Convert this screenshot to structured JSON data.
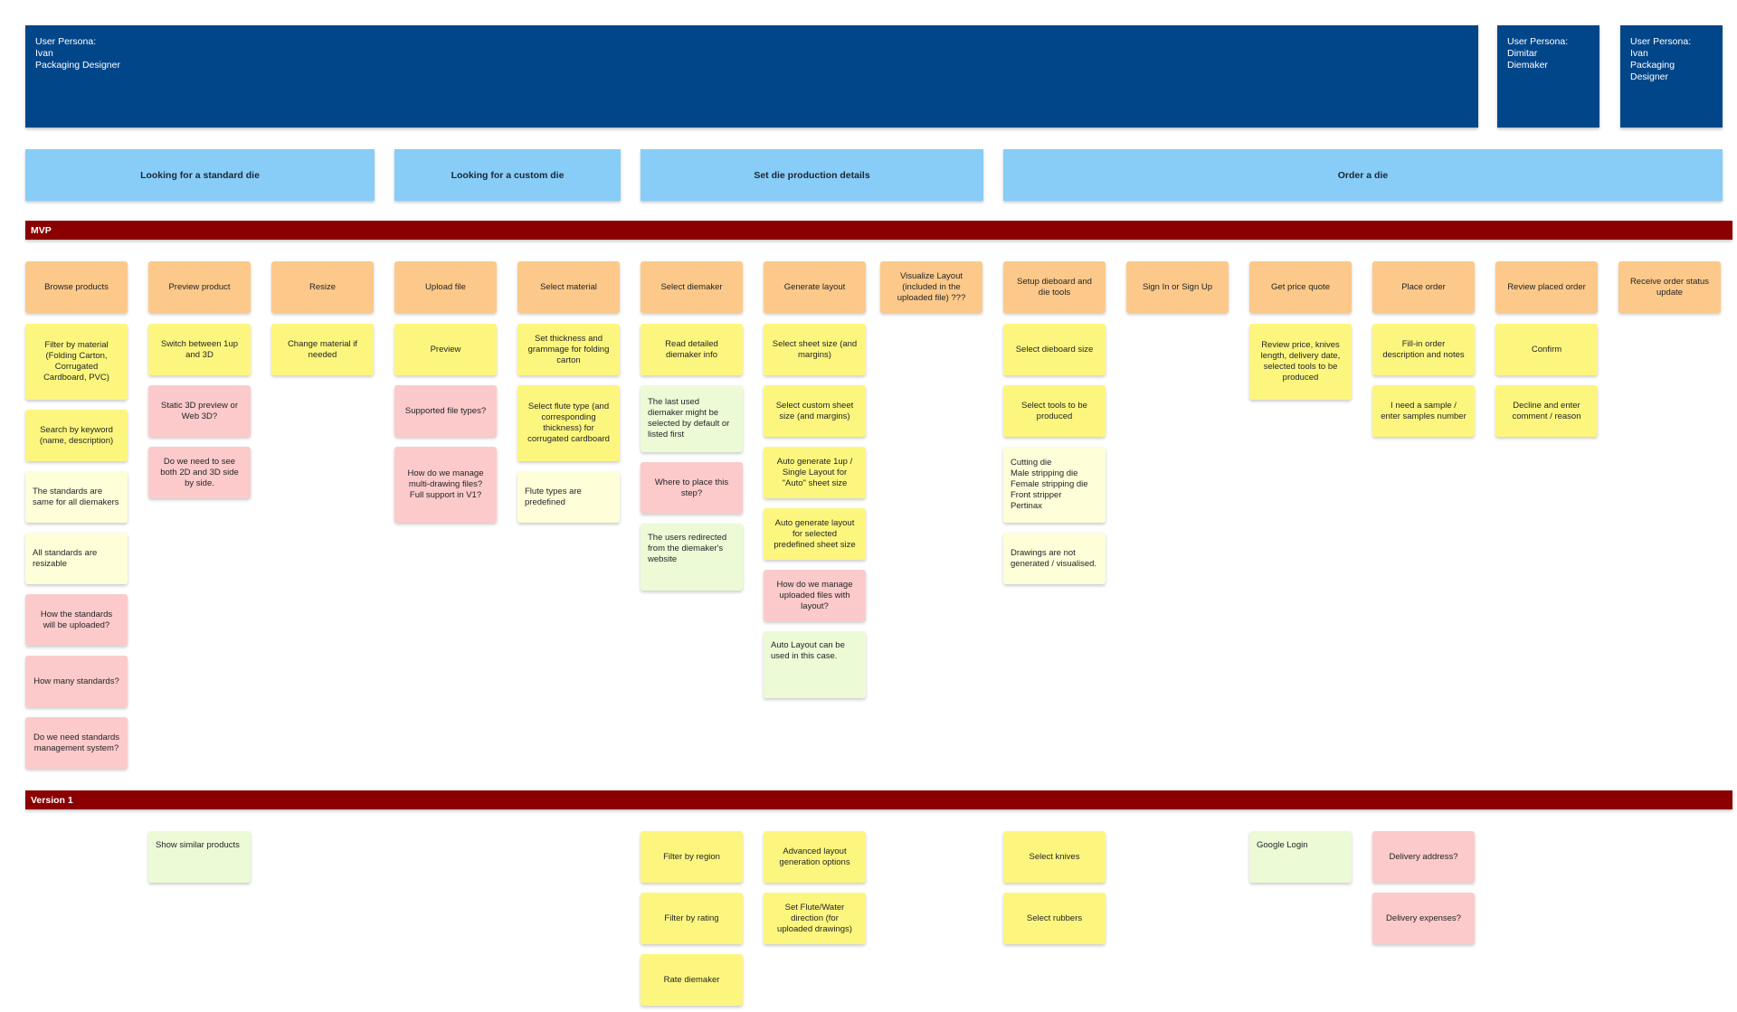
{
  "personas": [
    "User Persona:\nIvan\nPackaging Designer",
    "User Persona:\nDimitar\nDiemaker",
    "User Persona:\nIvan\nPackaging\nDesigner"
  ],
  "activities": [
    "Looking for a standard die",
    "Looking for a custom die",
    "Set die production details",
    "Order a die"
  ],
  "releases": [
    "MVP",
    "Version 1"
  ],
  "steps": [
    "Browse products",
    "Preview product",
    "Resize",
    "Upload file",
    "Select material",
    "Select diemaker",
    "Generate layout",
    "Visualize Layout\n(included in the\nuploaded file) ???",
    "Setup dieboard and\ndie tools",
    "Sign In or Sign Up",
    "Get price quote",
    "Place order",
    "Review placed order",
    "Receive order status\nupdate"
  ],
  "notes": {
    "c1": [
      "Filter by material\n(Folding Carton,\nCorrugated\nCardboard, PVC)",
      "Search by keyword\n(name, description)",
      "The standards are\nsame for all diemakers",
      "All standards are\nresizable",
      "How the standards\nwill be uploaded?",
      "How many standards?",
      "Do we need standards\nmanagement system?"
    ],
    "c2": [
      "Switch between 1up\nand 3D",
      "Static 3D preview or\nWeb 3D?",
      "Do we need to see\nboth 2D and 3D side\nby side."
    ],
    "c3": [
      "Change material if\nneeded"
    ],
    "c4": [
      "Preview",
      "Supported file types?",
      "How do we manage\nmulti-drawing files?\nFull support in V1?"
    ],
    "c5": [
      "Set thickness and\ngrammage for folding\ncarton",
      "Select flute type (and\ncorresponding\nthickness) for\ncorrugated cardboard",
      "Flute types are\npredefined"
    ],
    "c6": [
      "Read detailed\ndiemaker info",
      "The last used\ndiemaker might  be\nselected by default or\nlisted first",
      "Where to place this\nstep?",
      "The users redirected\nfrom the diemaker's\nwebsite"
    ],
    "c7": [
      "Select sheet size (and\nmargins)",
      "Select custom sheet\nsize (and margins)",
      "Auto generate 1up /\nSingle Layout for\n\"Auto\" sheet size",
      "Auto generate layout\nfor selected\npredefined sheet size",
      "How do we manage\nuploaded files with\nlayout?",
      "Auto Layout can be\nused in this case."
    ],
    "c9": [
      "Select dieboard size",
      "Select tools to be\nproduced",
      "Cutting die\nMale stripping die\nFemale stripping die\nFront stripper\nPertinax",
      "Drawings are not\ngenerated / visualised."
    ],
    "c11": [
      "Review price, knives\nlength, delivery date,\nselected tools to be\nproduced"
    ],
    "c12": [
      "Fill-in order\ndescription and notes",
      "I need a sample /\nenter samples number"
    ],
    "c13": [
      "Confirm",
      "Decline and enter\ncomment / reason"
    ]
  },
  "v1_notes": {
    "c2": [
      "Show similar products"
    ],
    "c6": [
      "Filter by region",
      "Filter by rating",
      "Rate diemaker"
    ],
    "c7": [
      "Advanced layout\ngeneration options",
      "Set Flute/Water\ndirection (for\nuploaded drawings)"
    ],
    "c9": [
      "Select knives",
      "Select rubbers"
    ],
    "c11": [
      "Google Login"
    ],
    "c12": [
      "Delivery address?",
      "Delivery expenses?"
    ]
  },
  "colors": {
    "persona": "#02468a",
    "activity": "#87cdf8",
    "release_band": "#8b0000",
    "step": "#fcc98a",
    "story": "#fdf67e",
    "assumption": "#fefed8",
    "question": "#fccaca",
    "idea": "#ecfad6"
  }
}
